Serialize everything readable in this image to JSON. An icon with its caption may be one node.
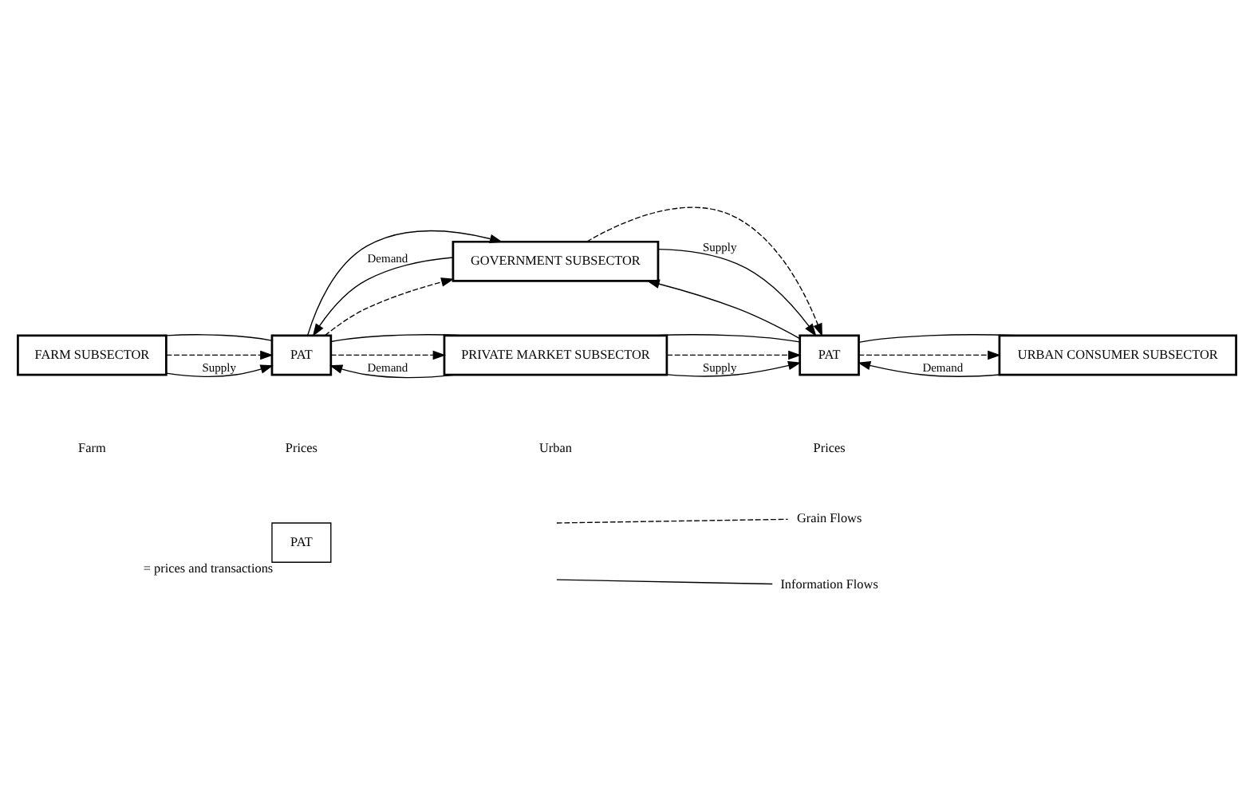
{
  "diagram": {
    "nodes": [
      {
        "text": [
          "GOVERNMENT SUBSECTOR"
        ]
      },
      {
        "text": [
          "FARM SUBSECTOR"
        ]
      },
      {
        "text": [
          "PAT"
        ]
      },
      {
        "text": [
          "PRIVATE MARKET SUBSECTOR"
        ]
      },
      {
        "text": [
          "PAT"
        ]
      },
      {
        "text": [
          "URBAN CONSUMER SUBSECTOR"
        ]
      },
      {
        "text": [
          "PAT"
        ],
        "beside": [
          "=",
          "prices and transactions"
        ]
      }
    ],
    "edges": [
      {
        "from": 1,
        "to": 2,
        "arrow": "to",
        "style": "dashed"
      },
      {
        "from": 2,
        "to": 3,
        "arrow": "to",
        "style": "dashed"
      },
      {
        "from": 3,
        "to": 4,
        "arrow": "to",
        "style": "dashed"
      },
      {
        "from": 4,
        "to": 5,
        "arrow": "to",
        "style": "dashed"
      },
      {
        "from": 2,
        "to": 0,
        "arrow": "to",
        "style": "dashed"
      },
      {
        "from": 0,
        "to": 4,
        "arrow": "to",
        "style": "dashed"
      },
      {
        "from": 1,
        "to": 2,
        "arrow": "to",
        "label": "Supply"
      },
      {
        "from": 3,
        "to": 2,
        "arrow": "to",
        "label": "Demand"
      },
      {
        "from": 3,
        "to": 4,
        "arrow": "to",
        "label": "Supply"
      },
      {
        "from": 5,
        "to": 4,
        "arrow": "to",
        "label": "Demand"
      },
      {
        "from": 0,
        "to": 2,
        "arrow": "to",
        "label": "Demand"
      },
      {
        "from": 0,
        "to": 4,
        "arrow": "to",
        "label": "Supply"
      },
      {
        "from": 2,
        "to": 1,
        "arrow": "none"
      },
      {
        "from": 2,
        "to": 3,
        "arrow": "none"
      },
      {
        "from": 2,
        "to": 0,
        "arrow": "to"
      },
      {
        "from": 4,
        "to": 3,
        "arrow": "none"
      },
      {
        "from": 4,
        "to": 5,
        "arrow": "none"
      },
      {
        "from": 4,
        "to": 0,
        "arrow": "to"
      }
    ],
    "labels": [
      "Farm",
      "Prices",
      "Urban",
      "Prices"
    ],
    "legend": [
      {
        "text": "Grain Flows"
      },
      {
        "text": "Information Flows"
      }
    ]
  }
}
